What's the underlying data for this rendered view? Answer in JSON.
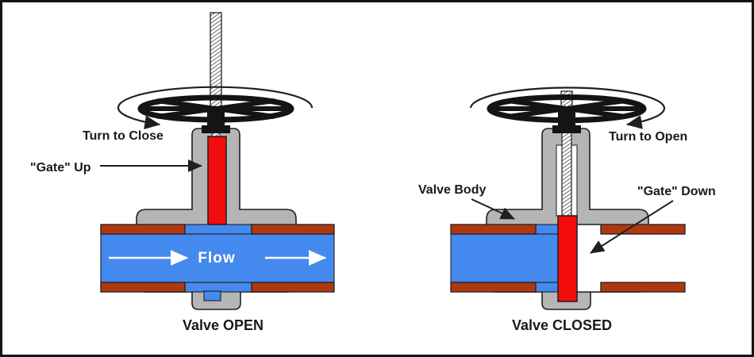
{
  "diagram": {
    "left_valve": {
      "turn_label": "Turn to Close",
      "gate_label": "\"Gate\" Up",
      "flow_label": "Flow",
      "caption": "Valve OPEN"
    },
    "right_valve": {
      "turn_label": "Turn to Open",
      "body_label": "Valve Body",
      "gate_label": "\"Gate\" Down",
      "caption": "Valve CLOSED"
    },
    "colors": {
      "body_gray": "#b5b5b5",
      "gate_red": "#f20d0d",
      "water_blue": "#4489ee",
      "pipe_brown": "#b0380f",
      "line_dark": "#1f1f1f",
      "wheel_black": "#141414",
      "flow_white": "#ffffff",
      "background": "#ffffff"
    }
  }
}
